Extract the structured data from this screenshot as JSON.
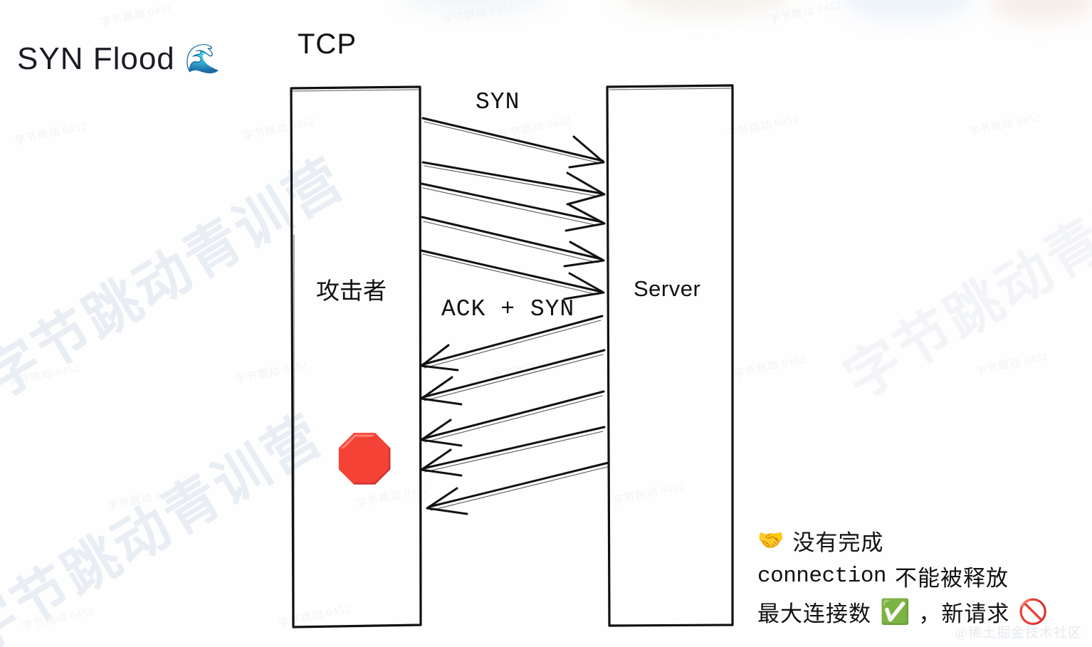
{
  "title": {
    "text": "SYN Flood",
    "icon": "wave-icon",
    "icon_glyph": "🌊"
  },
  "diagram": {
    "protocol_label": "TCP",
    "left_box_label": "攻击者",
    "right_box_label": "Server",
    "request_label": "SYN",
    "response_label": "ACK + SYN",
    "request_arrow_count": 5,
    "response_arrow_count": 5,
    "stop_icon_glyph": "🛑",
    "stroke_color": "#111111",
    "box_fill": "#ffffff"
  },
  "notes": {
    "line1": {
      "icon_glyph": "🤝",
      "text": "没有完成"
    },
    "line2": {
      "mono_text": "connection",
      "cn_text": "不能被释放"
    },
    "line3": {
      "cn_text_1": "最大连接数",
      "icon_ok_glyph": "✅",
      "cn_text_2": "，新请求",
      "icon_blocked_glyph": "🚫"
    }
  },
  "watermarks": {
    "corner": "@稀土掘金技术社区",
    "big": "字节跳动青训营",
    "tile": "字节跳动 0452"
  },
  "colors": {
    "stop_red": "#e8401f",
    "check_green": "#1fb821",
    "handshake_gold": "#f2c12e",
    "ink": "#111111",
    "watermark": "#eef1f5"
  }
}
